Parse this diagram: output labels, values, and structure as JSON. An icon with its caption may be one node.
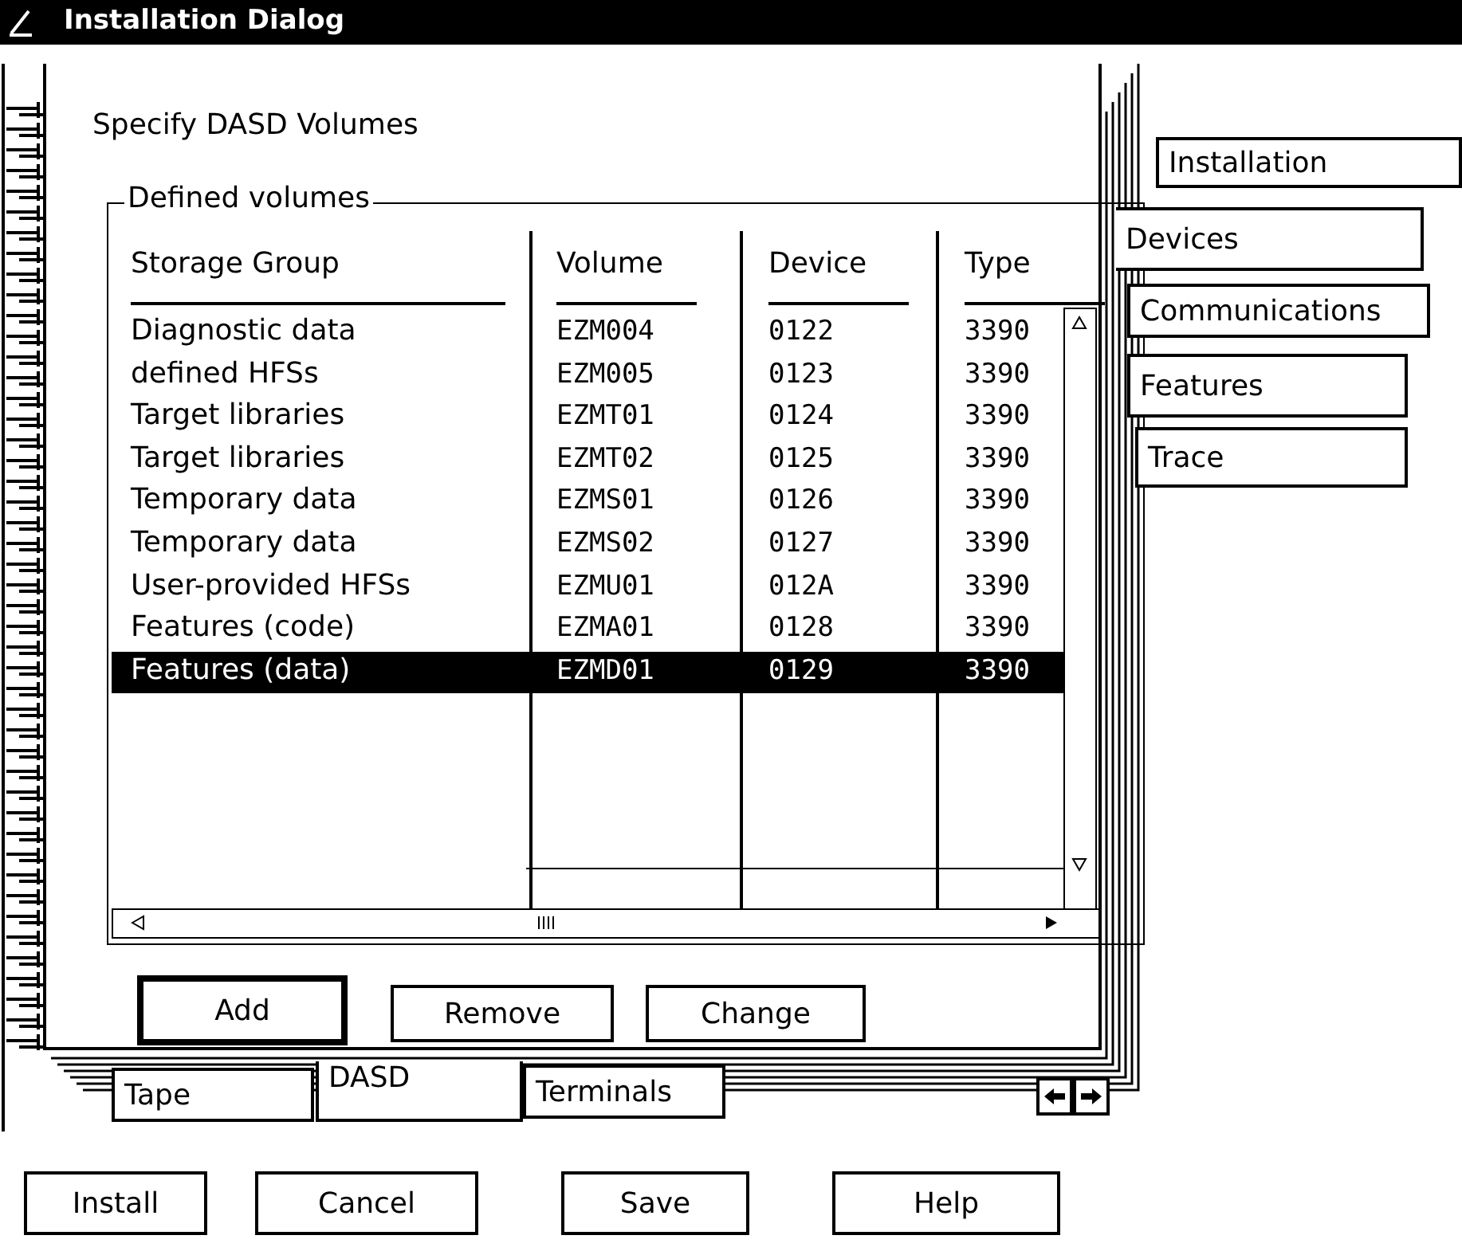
{
  "diagram": {
    "title": "Installation Dialog",
    "labels": [
      "Specify DASD Volumes",
      "Defined volumes",
      "Storage Group",
      "Volume",
      "Device",
      "Type",
      "Diagnostic data",
      "EZM004",
      "0122",
      "3390",
      "defined HFSs",
      "EZM005",
      "0123",
      "3390",
      "Target libraries",
      "EZMT01",
      "0124",
      "3390",
      "Target libraries",
      "EZMT02",
      "0125",
      "3390",
      "Temporary data",
      "EZMS01",
      "0126",
      "3390",
      "Temporary data",
      "EZMS02",
      "0127",
      "3390",
      "User-provided HFSs",
      "EZMU01",
      "012A",
      "3390",
      "Features (code)",
      "EZMA01",
      "0128",
      "3390",
      "Features (data)",
      "EZMD01",
      "0129",
      "3390",
      "Add",
      "Remove",
      "Change",
      "Installation",
      "Devices",
      "Communications",
      "Features",
      "Trace",
      "Tape",
      "DASD",
      "Terminals",
      "Install",
      "Cancel",
      "Save",
      "Help"
    ]
  }
}
